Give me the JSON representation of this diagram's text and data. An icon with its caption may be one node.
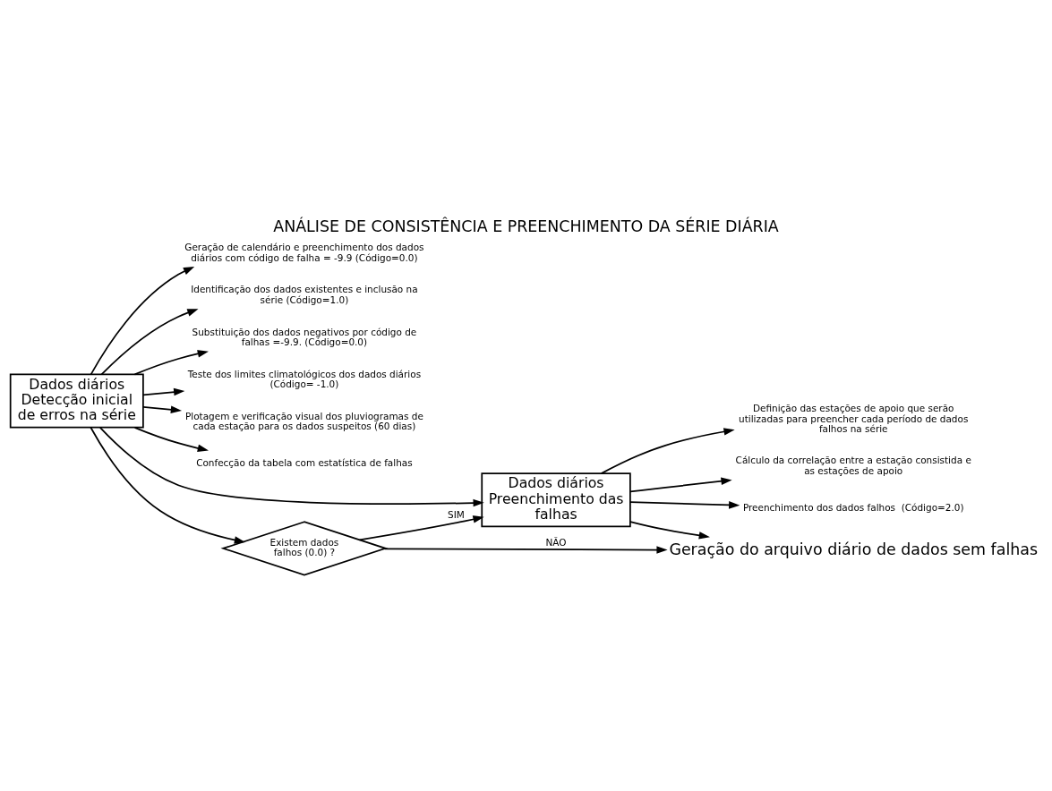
{
  "diagram": {
    "title": "ANÁLISE DE CONSISTÊNCIA E PREENCHIMENTO DA SÉRIE DIÁRIA",
    "nodes": [
      {
        "text": [
          "Dados diários Detecção inicial de erros na série"
        ]
      },
      {
        "text": [
          "Geração de calendário e preenchimento dos dados diários com código de falha = -9.9 (Código=0.0)"
        ]
      },
      {
        "text": [
          "Identificação dos dados existentes e inclusão na série (Código=1.0)"
        ]
      },
      {
        "text": [
          "Substituição dos dados negativos por código de falhas =-9.9. (Código=0.0)"
        ]
      },
      {
        "text": [
          "Teste dos limites climatológicos dos dados diários (Código= -1.0)"
        ]
      },
      {
        "text": [
          "Plotagem e verificação visual dos pluviogramas de cada estação para os dados suspeitos (60 dias)"
        ]
      },
      {
        "text": [
          "Confecção da tabela com estatística de falhas"
        ]
      },
      {
        "text": [
          "Existem dados falhos (0.0) ?"
        ]
      },
      {
        "text": [
          "Dados diários Preenchimento das falhas"
        ]
      },
      {
        "text": [
          "Definição das estações de apoio que serão utilizadas para preencher cada período de dados falhos na série"
        ]
      },
      {
        "text": [
          "Cálculo da correlação entre a estação consistida e as estações de apoio"
        ]
      },
      {
        "text": [
          "Preenchimento dos dados falhos  (Código=2.0)"
        ]
      },
      {
        "text": [
          "Geração do arquivo diário de dados sem falhas"
        ]
      }
    ],
    "edges": [
      {
        "from": 0,
        "to": 1,
        "arrow": "to"
      },
      {
        "from": 0,
        "to": 2,
        "arrow": "to"
      },
      {
        "from": 0,
        "to": 3,
        "arrow": "to"
      },
      {
        "from": 0,
        "to": 4,
        "arrow": "to"
      },
      {
        "from": 0,
        "to": 5,
        "arrow": "to"
      },
      {
        "from": 0,
        "to": 6,
        "arrow": "to"
      },
      {
        "from": 0,
        "to": 7,
        "arrow": "to"
      },
      {
        "from": 0,
        "to": 8,
        "arrow": "to"
      },
      {
        "from": 7,
        "to": 8,
        "label": "SIM",
        "arrow": "to"
      },
      {
        "from": 7,
        "to": 12,
        "label": "NÃO",
        "arrow": "to"
      },
      {
        "from": 8,
        "to": 9,
        "arrow": "to"
      },
      {
        "from": 8,
        "to": 10,
        "arrow": "to"
      },
      {
        "from": 8,
        "to": 11,
        "arrow": "to"
      },
      {
        "from": 8,
        "to": 12,
        "arrow": "to"
      }
    ]
  }
}
